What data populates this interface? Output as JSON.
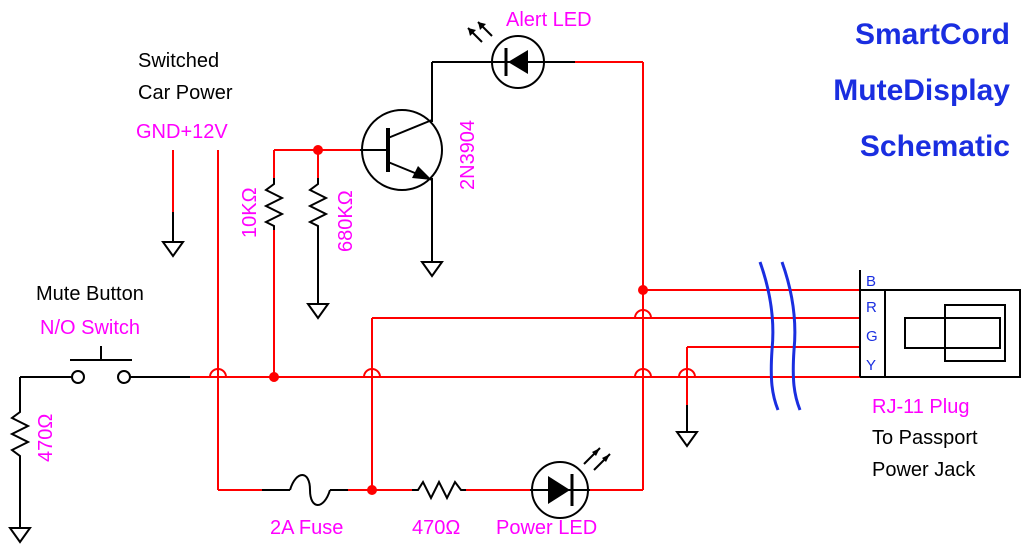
{
  "title": [
    "SmartCord",
    "MuteDisplay",
    "Schematic"
  ],
  "labels": {
    "alert_led": "Alert LED",
    "switched_power_1": "Switched",
    "switched_power_2": "Car Power",
    "gnd_12v": "GND+12V",
    "r_10k": "10KΩ",
    "r_680k": "680KΩ",
    "transistor": "2N3904",
    "mute_button": "Mute Button",
    "no_switch": "N/O Switch",
    "r_470_left": "470Ω",
    "fuse": "2A Fuse",
    "r_470_bottom": "470Ω",
    "power_led": "Power LED",
    "rj11": "RJ-11 Plug",
    "to_passport_1": "To Passport",
    "to_passport_2": "Power Jack"
  },
  "pins": [
    "B",
    "R",
    "G",
    "Y"
  ],
  "colors": {
    "title": "#1a2ee0",
    "magenta_label": "#ff00ff",
    "wire": "#ff0000",
    "break_mark": "#1a2ee0",
    "component": "#000000"
  }
}
